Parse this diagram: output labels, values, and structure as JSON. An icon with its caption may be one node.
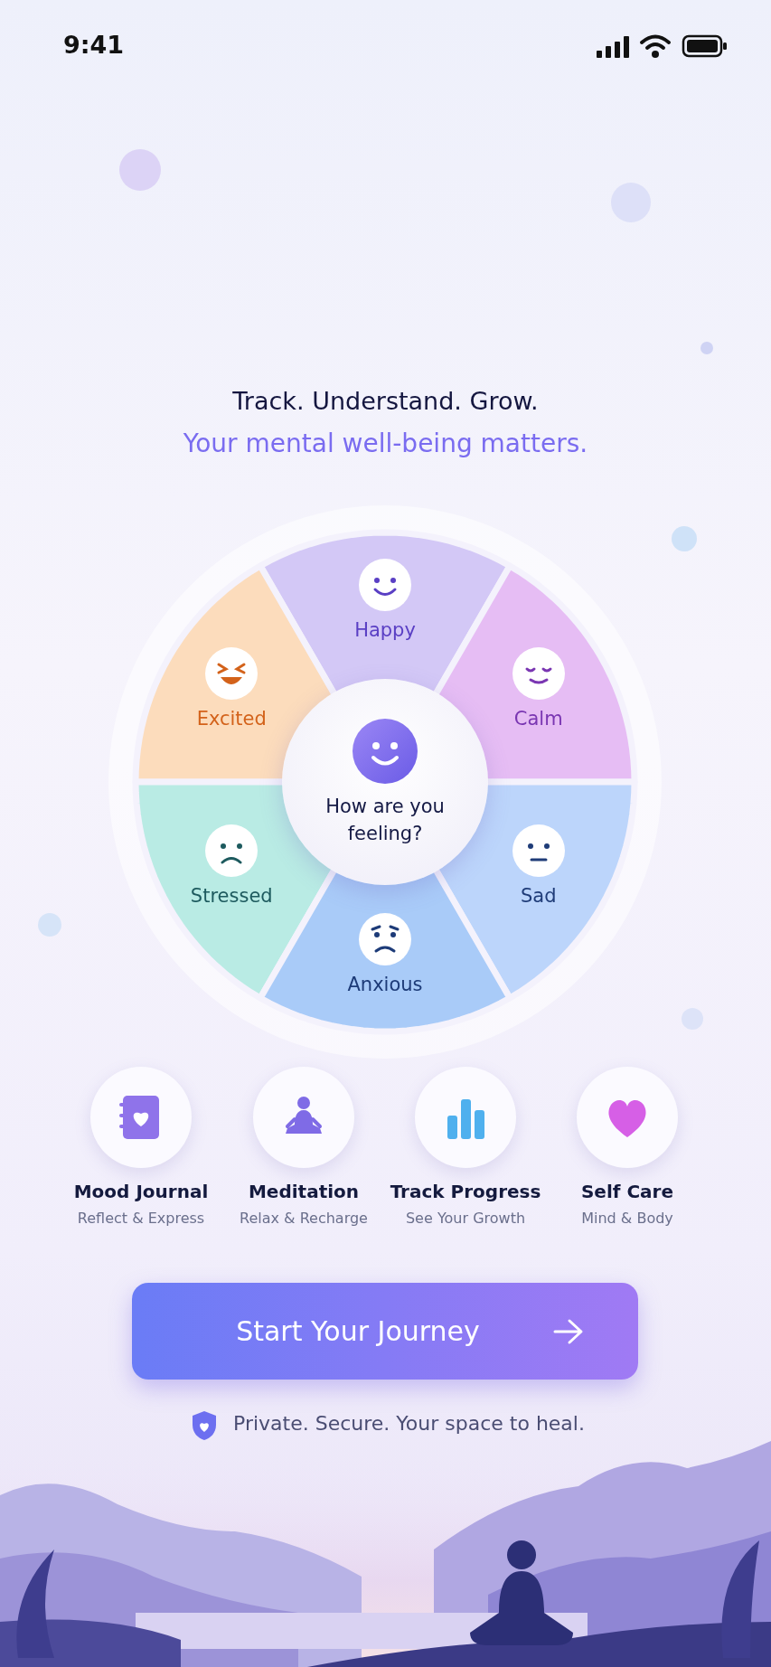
{
  "diagram": {
    "nodes": [
      {
        "text": [
          "Happy"
        ]
      },
      {
        "text": [
          "Excited"
        ]
      },
      {
        "text": [
          "Calm"
        ]
      },
      {
        "text": [
          "How are you feeling?"
        ]
      },
      {
        "text": [
          "Stressed"
        ]
      },
      {
        "text": [
          "Sad"
        ]
      },
      {
        "text": [
          "Anxious"
        ]
      },
      {
        "text": [
          "Mood Journal",
          "Reflect & Express"
        ]
      },
      {
        "text": [
          "Meditation",
          "Relax & Recharge"
        ]
      },
      {
        "text": [
          "Track Progress",
          "See Your Growth"
        ]
      },
      {
        "text": [
          "Self Care",
          "Mind & Body"
        ]
      },
      {
        "text": [
          "Start Your Journey"
        ]
      }
    ],
    "labels": [
      "9:41",
      "Track. Understand. Grow.",
      "Your mental well-being matters.",
      "Private. Secure. Your space to heal."
    ]
  }
}
